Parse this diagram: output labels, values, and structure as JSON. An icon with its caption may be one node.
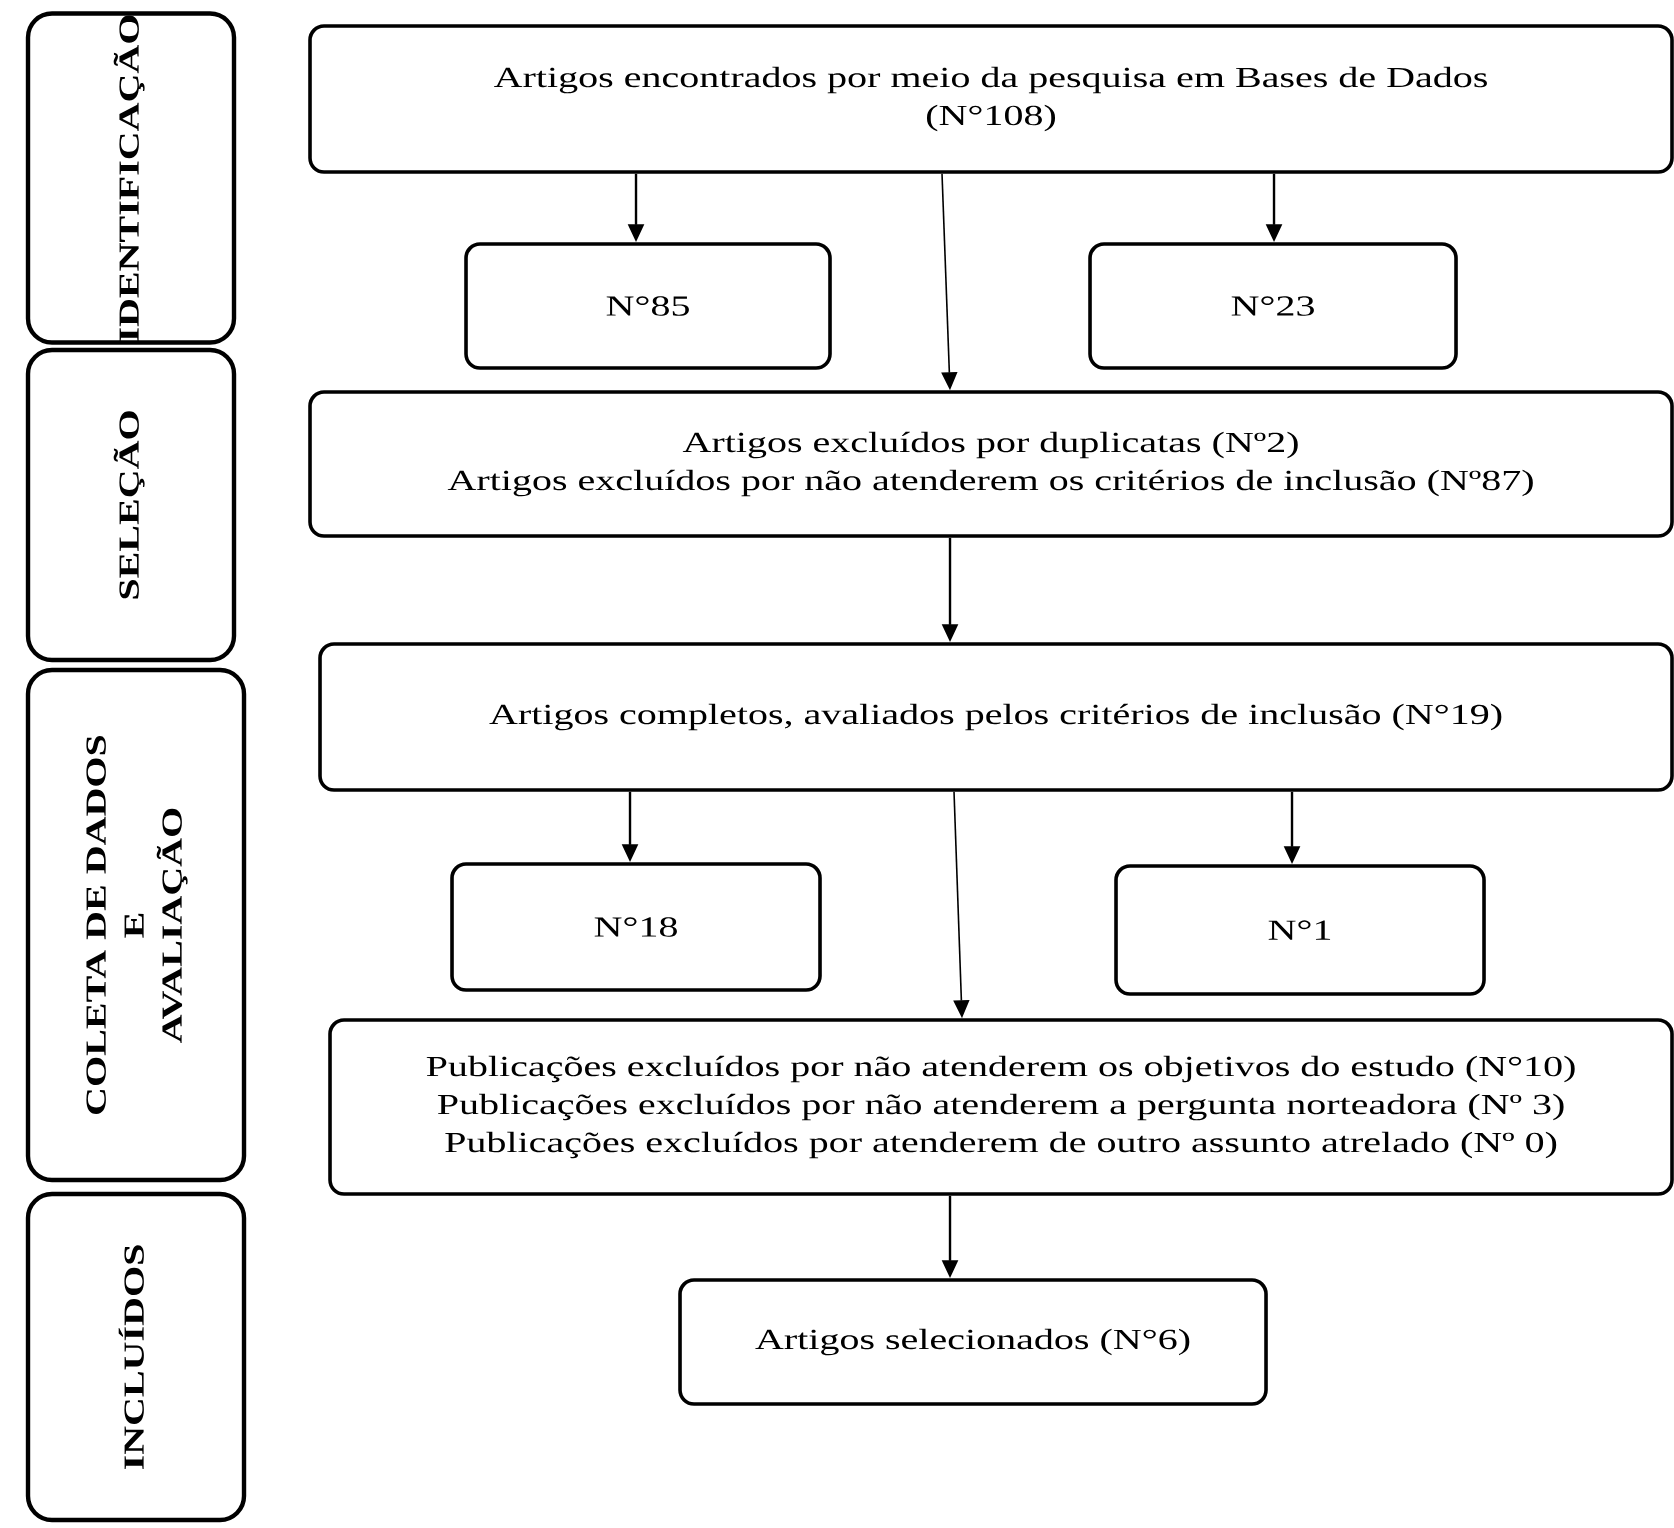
{
  "diagram": {
    "nodes": [
      {
        "text": [
          "IDENTIFICAÇÃO"
        ]
      },
      {
        "text": [
          "Artigos encontrados por meio da pesquisa em Bases de Dados",
          "(N°108)"
        ]
      },
      {
        "text": [
          "N°85"
        ]
      },
      {
        "text": [
          "N°23"
        ]
      },
      {
        "text": [
          "SELEÇÃO"
        ]
      },
      {
        "text": [
          "Artigos excluídos por duplicatas (Nº2)",
          "Artigos excluídos por não atenderem os critérios de inclusão (Nº87)"
        ]
      },
      {
        "text": [
          "COLETA DE DADOS",
          "E",
          "AVALIAÇÃO"
        ]
      },
      {
        "text": [
          "Artigos completos, avaliados pelos critérios de inclusão (N°19)"
        ]
      },
      {
        "text": [
          "N°18"
        ]
      },
      {
        "text": [
          "N°1"
        ]
      },
      {
        "text": [
          "Publicações excluídos por não atenderem os objetivos do estudo (N°10)",
          "Publicações excluídos por não atenderem a pergunta norteadora (Nº 3)",
          "Publicações excluídos por atenderem de outro assunto atrelado (Nº 0)"
        ]
      },
      {
        "text": [
          "INCLUÍDOS"
        ]
      },
      {
        "text": [
          "Artigos selecionados (N°6)"
        ]
      }
    ],
    "edges": [
      {
        "from": 1,
        "to": 2,
        "arrow": "to"
      },
      {
        "from": 1,
        "to": 3,
        "arrow": "to"
      },
      {
        "from": 1,
        "to": 5,
        "arrow": "to"
      },
      {
        "from": 5,
        "to": 7,
        "arrow": "to"
      },
      {
        "from": 7,
        "to": 8,
        "arrow": "to"
      },
      {
        "from": 7,
        "to": 9,
        "arrow": "to"
      },
      {
        "from": 7,
        "to": 10,
        "arrow": "to"
      },
      {
        "from": 10,
        "to": 12,
        "arrow": "to"
      }
    ]
  }
}
